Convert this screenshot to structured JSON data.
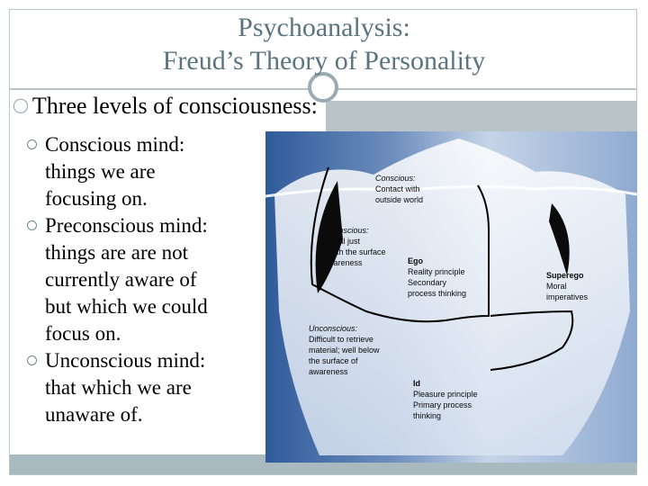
{
  "slide": {
    "title_line1": "Psychoanalysis:",
    "title_line2": "Freud’s Theory of Personality",
    "main_point": "Three levels of consciousness:",
    "items": [
      {
        "lines": [
          "Conscious mind:",
          "things we are",
          "focusing on."
        ]
      },
      {
        "lines": [
          "Preconscious mind:",
          "things are are not",
          "currently aware of",
          "but which we could",
          "focus on."
        ]
      },
      {
        "lines": [
          "Unconscious mind:",
          "that which we are",
          "unaware of."
        ]
      }
    ]
  },
  "iceberg": {
    "conscious": {
      "heading": "Conscious:",
      "lines": [
        "Contact with",
        "outside world"
      ]
    },
    "preconscious": {
      "heading": "reconscious:",
      "lines": [
        "aterial just",
        "neath the surface",
        "awareness"
      ]
    },
    "ego": {
      "heading": "Ego",
      "lines": [
        "Reality principle",
        "Secondary",
        "process thinking"
      ]
    },
    "superego": {
      "heading": "Superego",
      "lines": [
        "Moral",
        "imperatives"
      ]
    },
    "unconscious": {
      "heading": "Unconscious:",
      "lines": [
        "Difficult to retrieve",
        "material; well below",
        "the surface of",
        "awareness"
      ]
    },
    "id": {
      "heading": "Id",
      "lines": [
        "Pleasure principle",
        "Primary process",
        "thinking"
      ]
    }
  },
  "colors": {
    "title": "#5a7480",
    "accent": "#9aabb3",
    "panel": "#b9c4c8",
    "footer": "#a8babf"
  }
}
